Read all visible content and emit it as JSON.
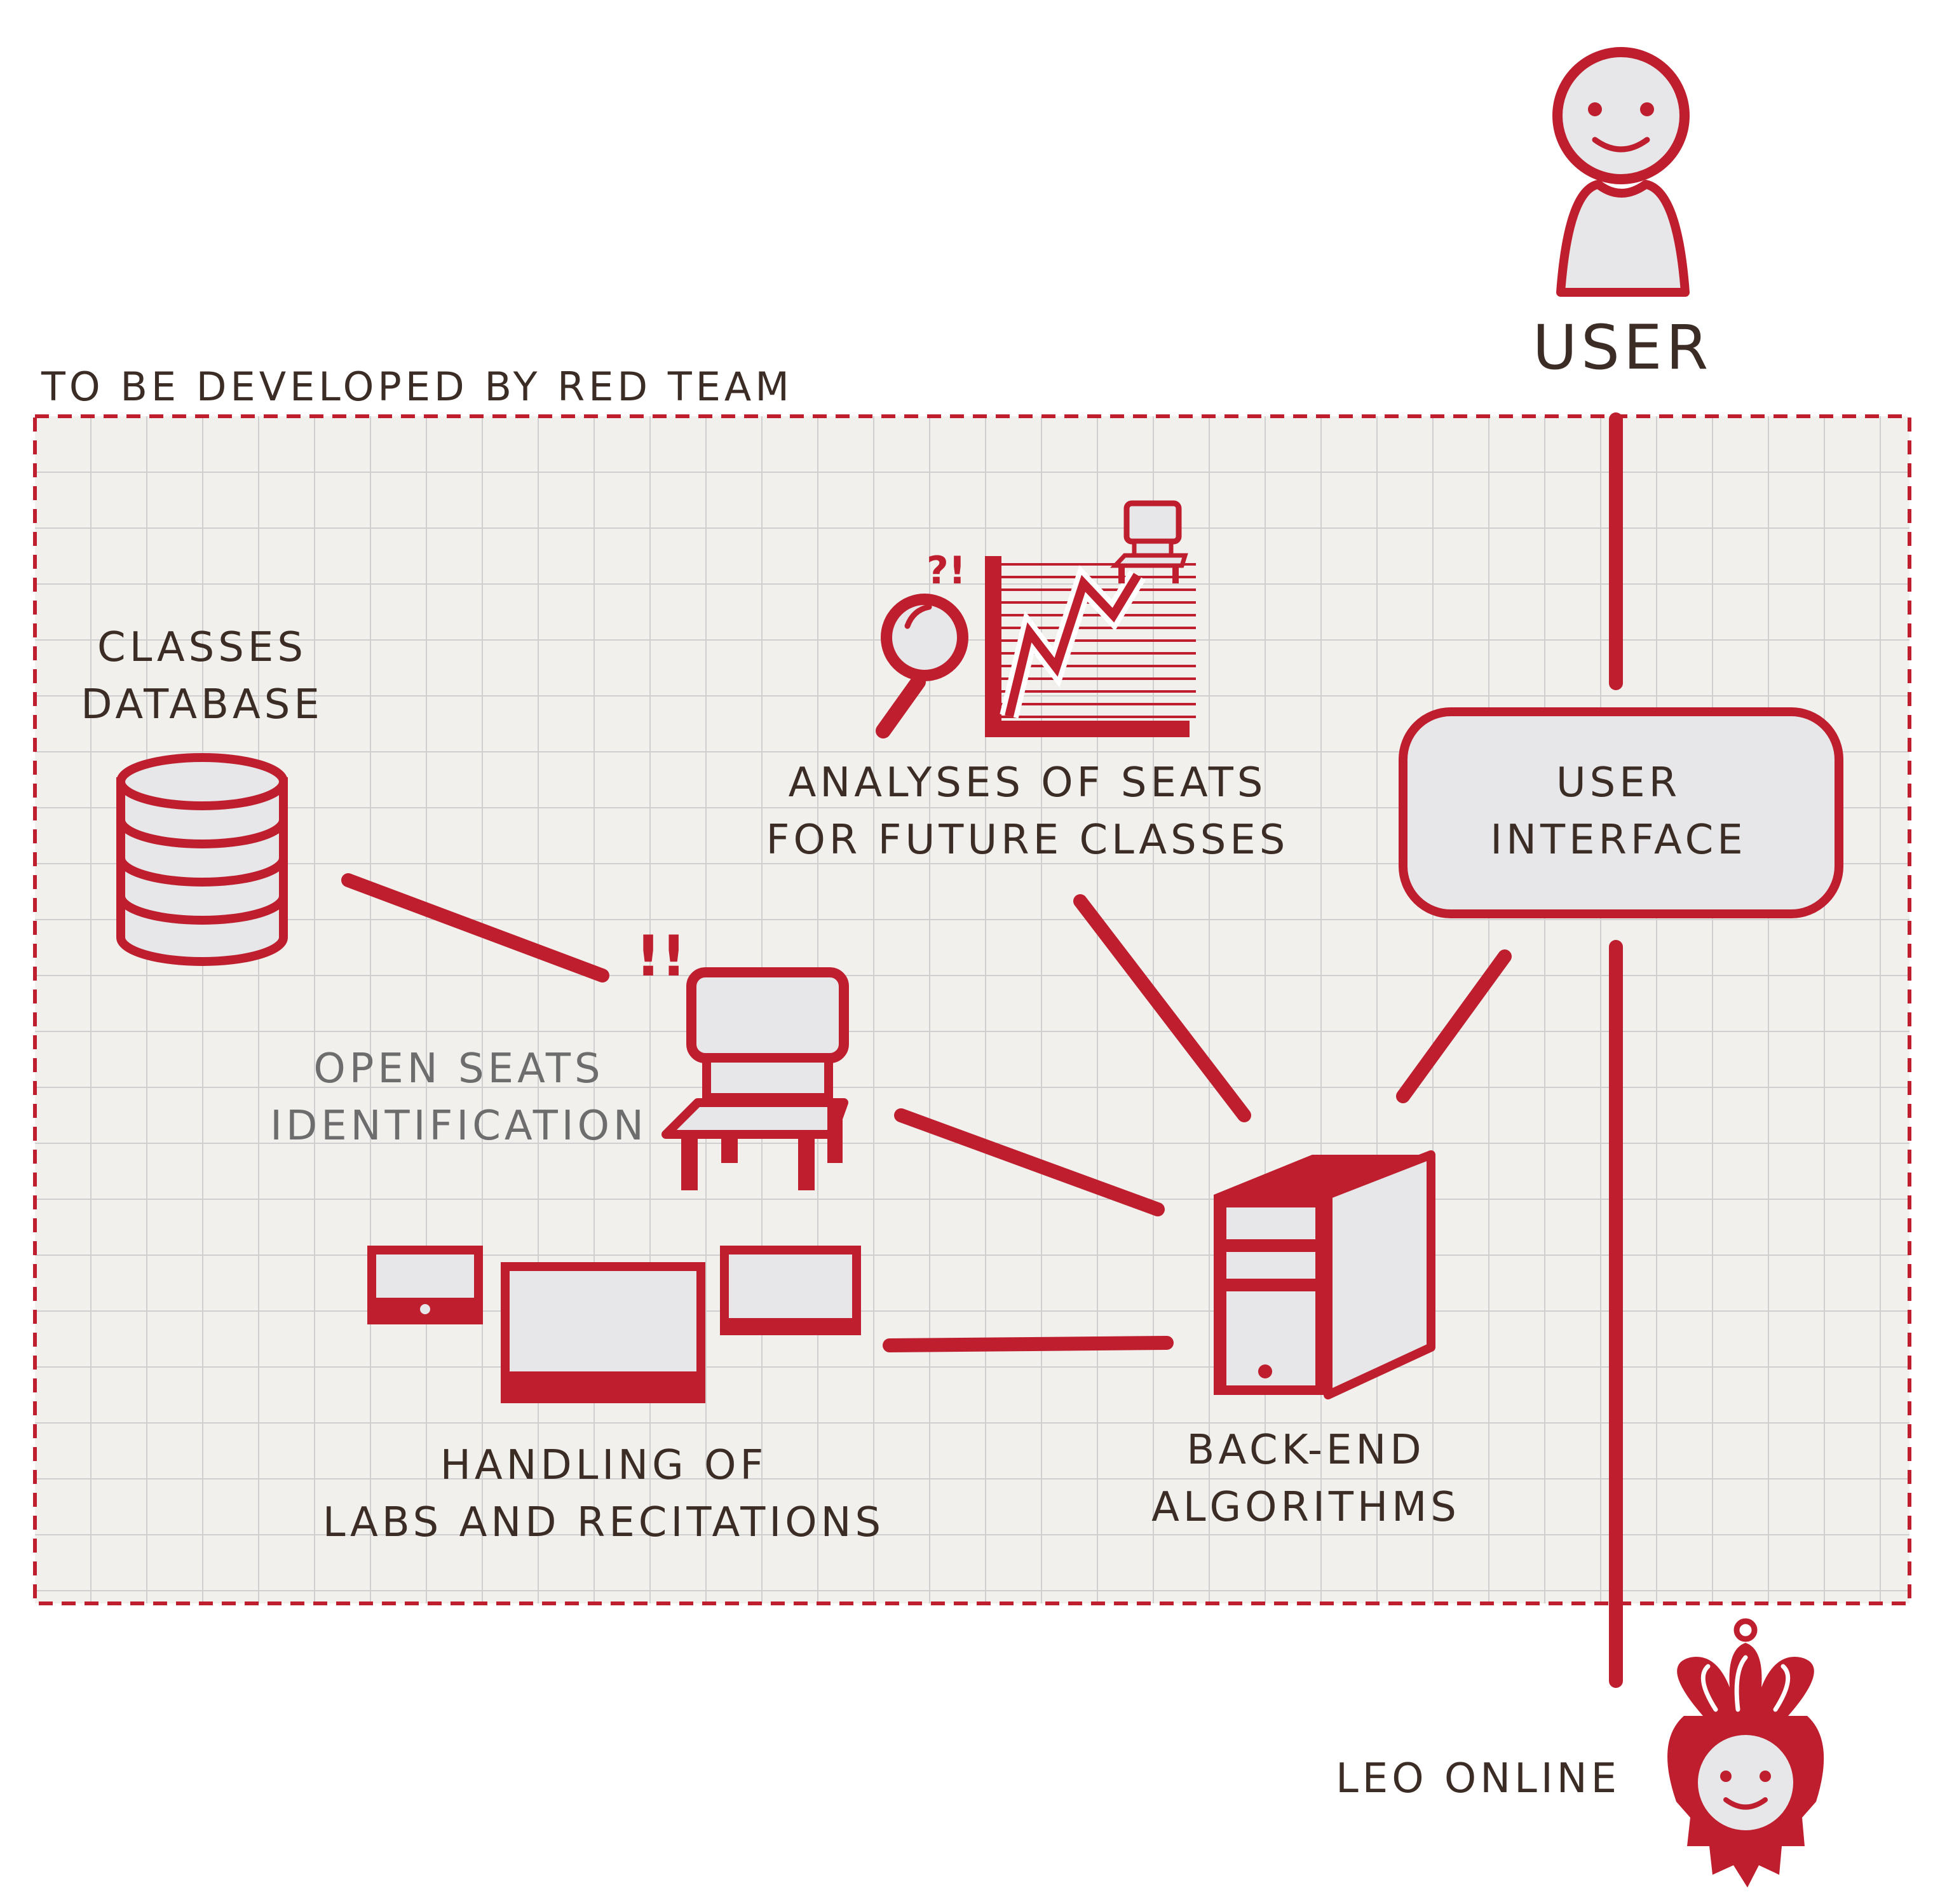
{
  "colors": {
    "accent": "#be1e2d",
    "fill_light": "#e7e7e9",
    "zone_bg": "#f1f0ed",
    "grid": "#cfcfcf",
    "text_dark": "#3b2d25",
    "text_gray": "#6d6d6d"
  },
  "zone": {
    "label": "TO BE DEVELOPED BY RED TEAM"
  },
  "user": {
    "label": "USER"
  },
  "leo": {
    "label": "LEO ONLINE"
  },
  "nodes": {
    "classes_database": {
      "line1": "CLASSES",
      "line2": "DATABASE"
    },
    "analyses": {
      "line1": "ANALYSES OF SEATS",
      "line2": "FOR FUTURE CLASSES",
      "mark": "?!"
    },
    "user_interface": {
      "line1": "USER",
      "line2": "INTERFACE"
    },
    "open_seats": {
      "line1": "OPEN SEATS",
      "line2": "IDENTIFICATION",
      "mark": "!!"
    },
    "labs": {
      "line1": "HANDLING OF",
      "line2": "LABS AND RECITATIONS"
    },
    "backend": {
      "line1": "BACK-END",
      "line2": "ALGORITHMS"
    }
  }
}
